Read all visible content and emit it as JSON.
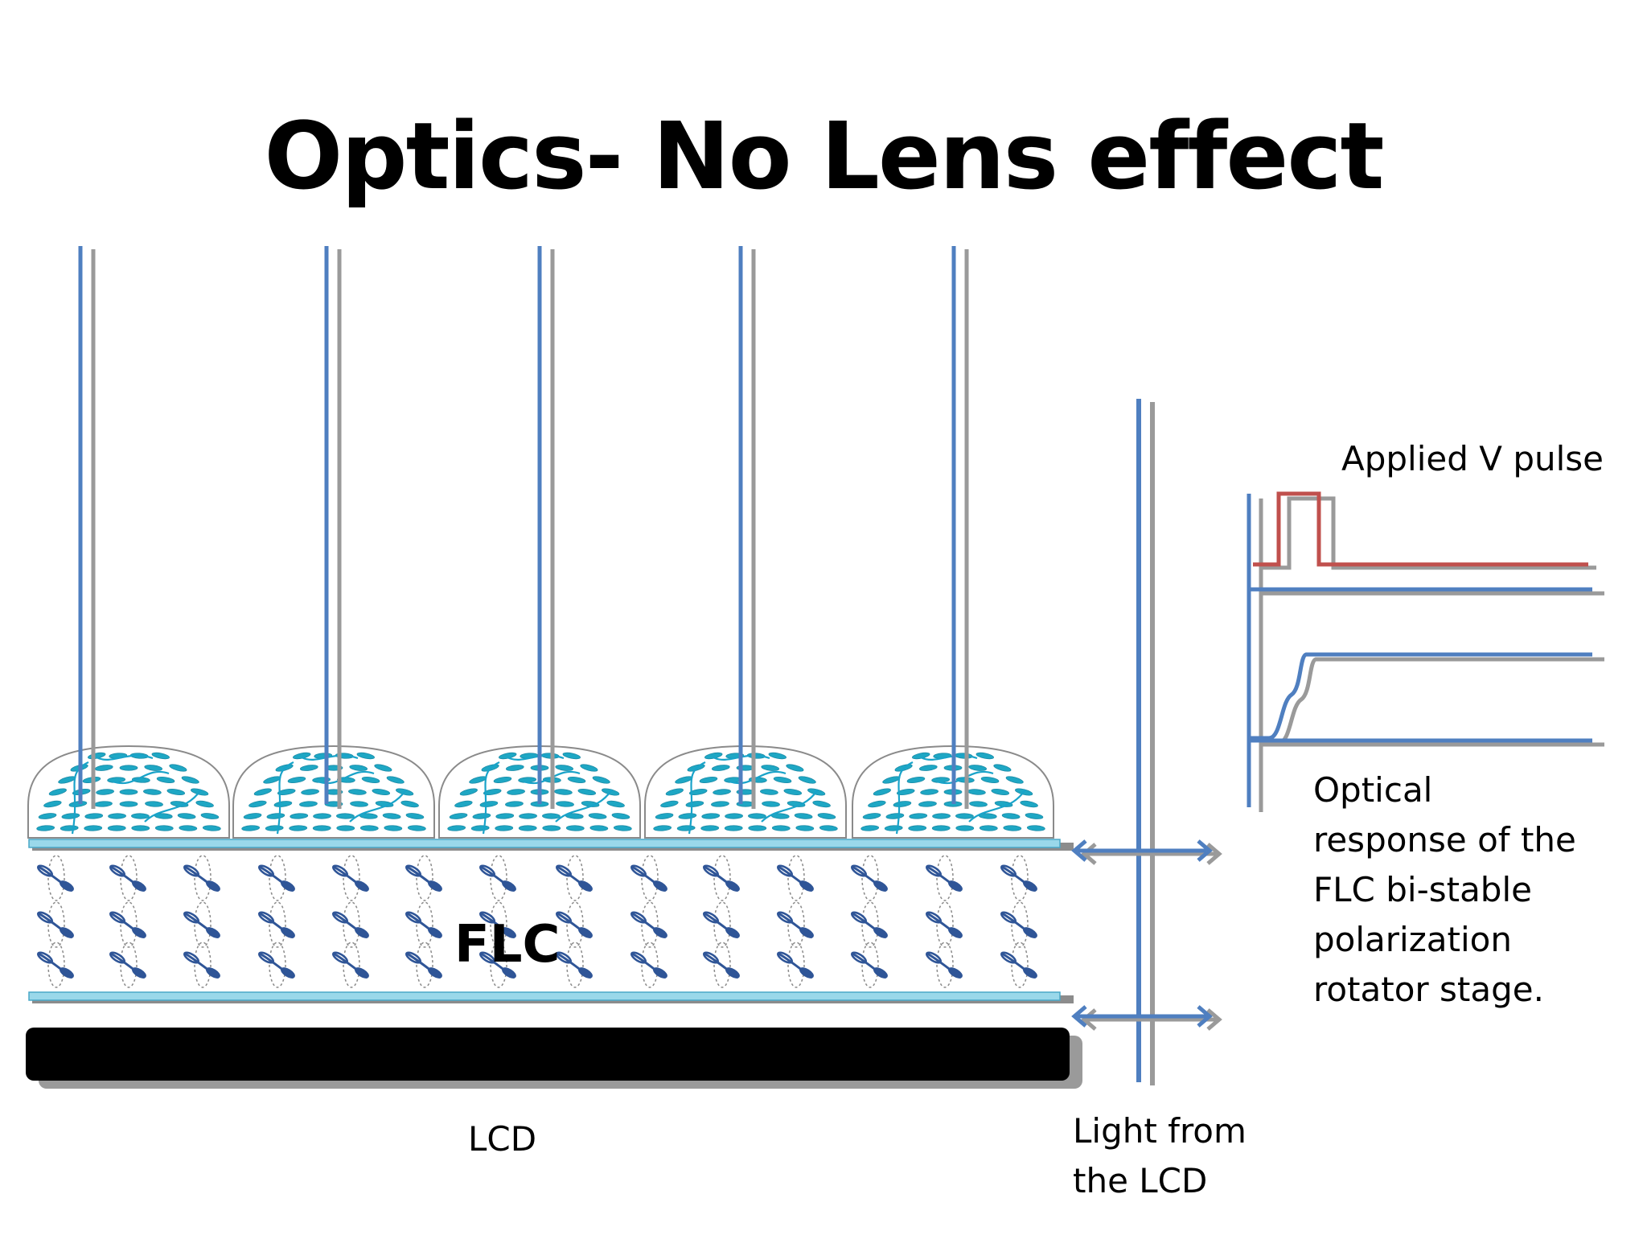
{
  "title": "Optics- No Lens effect",
  "labels": {
    "flc": "FLC",
    "lcd": "LCD",
    "light_from_lcd": "Light from\nthe LCD",
    "applied_pulse": "Applied V pulse",
    "optical_response": "Optical\nresponse of the\nFLC bi-stable\npolarization\nrotator stage."
  },
  "colors": {
    "ray_blue": "#4f7fc0",
    "ray_gray": "#9a9a9a",
    "lens_fill": "#1ea7c4",
    "lens_dark": "#1b8aa6",
    "pulse_red": "#c0504d",
    "substrate": "#9ad8ea",
    "lcd_black": "#000000"
  }
}
